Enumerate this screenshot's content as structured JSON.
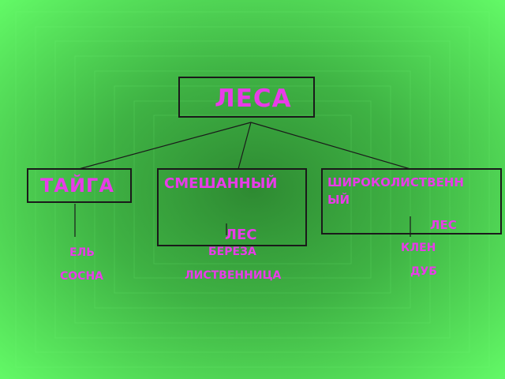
{
  "root": {
    "label": "ЛЕСА"
  },
  "categories": [
    {
      "label": "ТАЙГА",
      "examples": [
        "ЕЛЬ",
        "СОСНА"
      ]
    },
    {
      "label_line1": "СМЕШАННЫЙ",
      "label_line2": "ЛЕС",
      "examples": [
        "БЕРЕЗА",
        "ЛИСТВЕННИЦА"
      ]
    },
    {
      "label_line1": "ШИРОКОЛИСТВЕНН",
      "label_line2": "ЫЙ",
      "label_line3": "ЛЕС",
      "examples": [
        "КЛЕН",
        "ДУБ"
      ]
    }
  ],
  "colors": {
    "text": "#e83ce8",
    "background": "#5cf060",
    "lines": "#1a1a1a"
  }
}
